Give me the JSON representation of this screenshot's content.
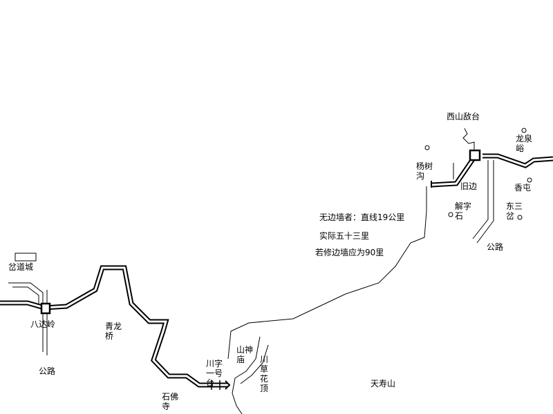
{
  "map": {
    "places": {
      "chadaocheng": "岔道城",
      "badaling": "八达岭",
      "gonglu_left": "公路",
      "qinglongqiao": "青龙桥",
      "shifosi": "石佛寺",
      "chuanzi_yihao_tai": "川字一号台",
      "shanshenmiao": "山神庙",
      "chuan_caohuading": "川草花顶",
      "tianshoushan": "天寿山",
      "yangshugou": "杨树沟",
      "xishan_ditai": "西山敌台",
      "jiubian": "旧边",
      "xiezishi": "解字石",
      "longquanyu": "龙泉峪",
      "xiangtun": "香屯",
      "dongsancha": "东三岔",
      "gonglu_right": "公路"
    },
    "notes": {
      "line1": "无边墙者：直线19公里",
      "line2": "实际五十三里",
      "line3": "若修边墙应为90里"
    },
    "colors": {
      "background": "#ffffff",
      "ink": "#000000"
    }
  }
}
